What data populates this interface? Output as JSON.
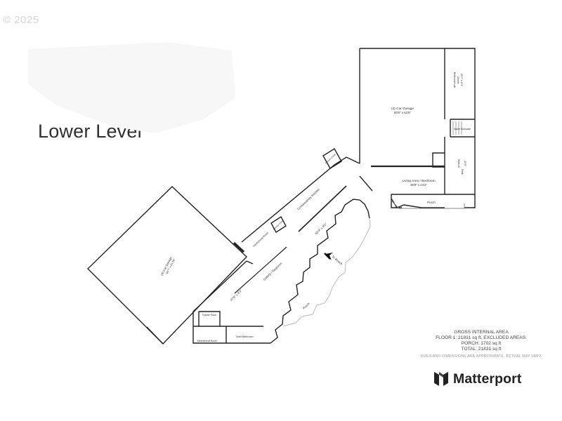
{
  "copyright": "© 2025",
  "level_title": "Lower Level",
  "rooms": {
    "car_garage_right": "(4) Car Garage",
    "car_garage_right_dims": "60'6\" x 62'9\"",
    "car_garage_left": "(4) Car Garage",
    "car_garage_left_dims": "63'7\" x 61'10\"",
    "living_area": "Living Area / Bedroom",
    "living_area_dims": "38'8\" x 44'2\"",
    "porch_right": "Porch",
    "porch_left": "Porch",
    "gallery": "Gallery / Regroom",
    "gallery_dims_top": "55'4\" x 8'2\"",
    "gallery_dims_bottom": "47'9\" x 8'3\"",
    "conservatory": "Conservatory Kitchen",
    "mechanical_room_diag": "Mechanical Room",
    "mechanical_room": "Mechanical Room",
    "toilet_bathroom": "Toilet Bathroom",
    "storage_closet": "Storage Closet",
    "inside_staircase": "Inside Staircase",
    "powder_room": "Powder Room",
    "kitchen_closet": "Kitchen Closet",
    "bedroom_closet_top": "Bedroom/Lab",
    "bedroom_closet_top_2": "Closet",
    "bedroom_closet_top_dims": "20'7\" x 8'3\"",
    "walk_in": "Walk-In",
    "walk_in_2": "Bath",
    "walk_in_dims": "19'5\"",
    "to_beach": "To Beach"
  },
  "area": {
    "heading": "GROSS INTERNAL AREA",
    "line1": "FLOOR 1: 21831 sq ft, EXCLUDED AREAS:",
    "line2": "PORCH: 1702 sq ft",
    "line3": "TOTAL: 21831 sq ft",
    "disclaimer": "SIZES AND DIMENSIONS ARE APPROXIMATE, ACTUAL MAY VARY."
  },
  "brand": {
    "name": "Matterport",
    "icon": "matterport-logo-icon"
  }
}
